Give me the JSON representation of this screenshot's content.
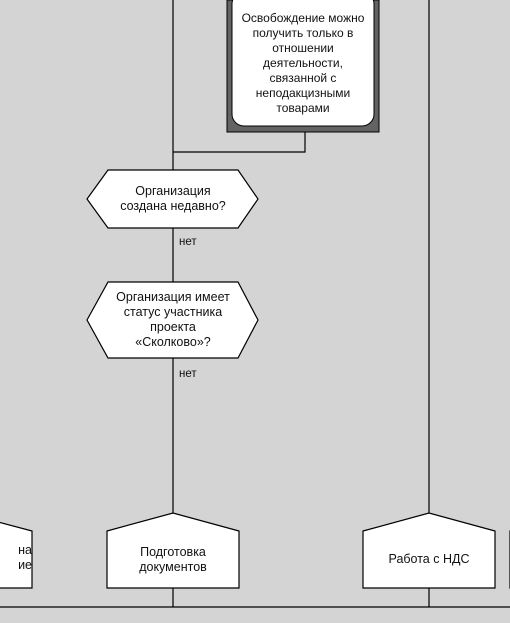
{
  "nodes": {
    "exemption_note": "Освобождение можно\nполучить только в\nотношении\nдеятельности,\nсвязанной с\nнеподакцизными\nтоварами",
    "decision_new_org": "Организация\nсоздана недавно?",
    "decision_skolkovo": "Организация имеет\nстатус участника\nпроекта\n«Сколково»?",
    "left_partial": "на\nие",
    "prepare_docs": "Подготовка\nдокументов",
    "vat_work": "Работа с НДС"
  },
  "edge_labels": {
    "new_org_no": "нет",
    "skolkovo_no": "нет"
  }
}
